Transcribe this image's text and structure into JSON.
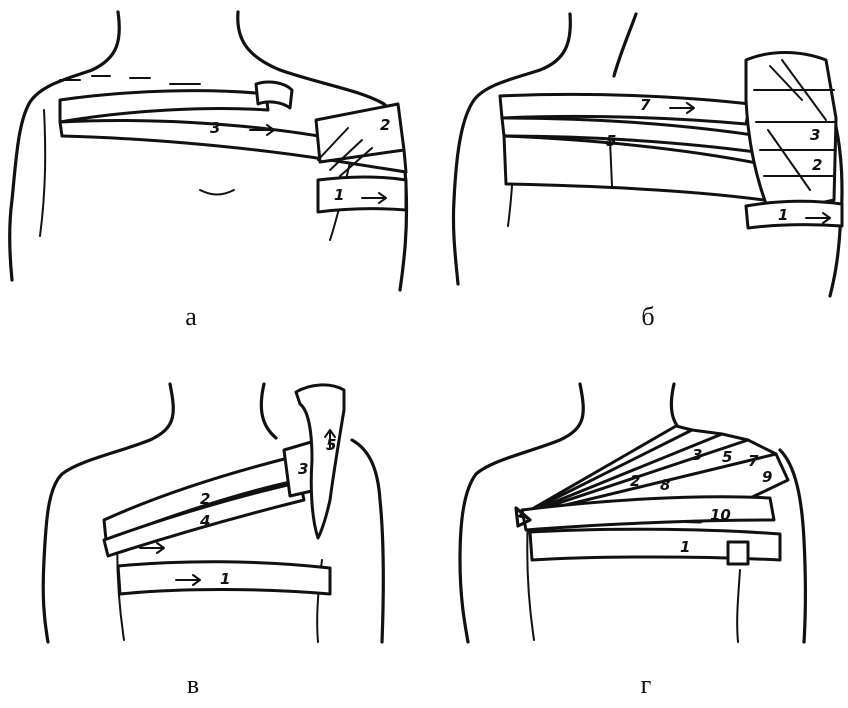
{
  "figure": {
    "panels": [
      {
        "caption": "а",
        "bandages": [
          {
            "label": "1",
            "icon": "arrow-right-icon"
          },
          {
            "label": "2",
            "icon": null
          },
          {
            "label": "3",
            "icon": "arrow-right-icon"
          }
        ]
      },
      {
        "caption": "б",
        "bandages": [
          {
            "label": "1",
            "icon": "arrow-right-icon"
          },
          {
            "label": "2",
            "icon": null
          },
          {
            "label": "3",
            "icon": null
          },
          {
            "label": "5",
            "icon": null
          },
          {
            "label": "7",
            "icon": "arrow-right-icon"
          }
        ]
      },
      {
        "caption": "в",
        "bandages": [
          {
            "label": "1",
            "icon": "arrow-right-icon"
          },
          {
            "label": "2",
            "icon": null
          },
          {
            "label": "3",
            "icon": null
          },
          {
            "label": "4",
            "icon": "arrow-right-icon"
          },
          {
            "label": "5",
            "icon": "arrow-up-icon"
          }
        ]
      },
      {
        "caption": "г",
        "bandages": [
          {
            "label": "1",
            "icon": null
          },
          {
            "label": "2",
            "icon": null
          },
          {
            "label": "3",
            "icon": null
          },
          {
            "label": "5",
            "icon": null
          },
          {
            "label": "7",
            "icon": null
          },
          {
            "label": "8",
            "icon": null
          },
          {
            "label": "9",
            "icon": null
          },
          {
            "label": "10",
            "icon": null
          }
        ]
      }
    ],
    "colors": {
      "ink": "#111111",
      "background": "#ffffff"
    }
  }
}
